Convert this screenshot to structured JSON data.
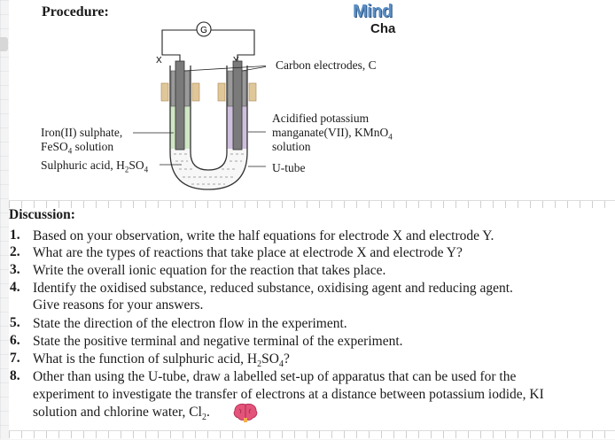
{
  "procedure": {
    "title": "Procedure:",
    "galvanometer_symbol": "G",
    "electrode_x": "X",
    "electrode_y": "Y",
    "labels": {
      "carbon_electrodes": "Carbon electrodes, C",
      "acidified_line1": "Acidified potassium",
      "acidified_line2": "manganate(VII), KMnO",
      "acidified_sub": "4",
      "acidified_line3": "solution",
      "iron_line1": "Iron(II) sulphate,",
      "iron_line2a": "FeSO",
      "iron_sub": "4",
      "iron_line2b": " solution",
      "sulphuric_a": "Sulphuric acid, H",
      "sulphuric_sub1": "2",
      "sulphuric_b": "SO",
      "sulphuric_sub2": "4",
      "u_tube": "U-tube"
    }
  },
  "brand": {
    "main": "Mind",
    "sub": "Cha"
  },
  "discussion": {
    "title": "Discussion:",
    "questions": [
      {
        "num": "1.",
        "line1": "Based on your observation, write the half equations for electrode X and electrode Y."
      },
      {
        "num": "2.",
        "line1": "What are the types of reactions that take place at electrode X and electrode Y?"
      },
      {
        "num": "3.",
        "line1": "Write the overall ionic equation for the reaction that takes place."
      },
      {
        "num": "4.",
        "line1": "Identify the oxidised substance, reduced substance, oxidising agent and reducing agent.",
        "line2": "Give reasons for your answers."
      },
      {
        "num": "5.",
        "line1": "State the direction of the electron flow in the experiment."
      },
      {
        "num": "6.",
        "line1": "State the positive terminal and negative terminal of the experiment."
      },
      {
        "num": "7.",
        "line1_a": "What is the function of sulphuric acid, H",
        "sub1": "2",
        "line1_b": "SO",
        "sub2": "4",
        "line1_c": "?"
      },
      {
        "num": "8.",
        "line1": "Other than using the U-tube, draw a labelled set-up of apparatus that can be used for the",
        "line2": "experiment to investigate the transfer of electrons at a distance between potassium iodide, KI",
        "line3_a": "solution and chlorine water, Cl",
        "sub1": "2",
        "line3_b": "."
      }
    ]
  },
  "colors": {
    "iron_solution": "#cfe7c4",
    "permanganate": "#cfc0de",
    "acid": "#ffffff",
    "stopper": "#e0c79a",
    "brand_blue": "#5a8fc7"
  },
  "icons": {
    "galvanometer": "galvanometer-icon",
    "brain": "brain-icon"
  }
}
